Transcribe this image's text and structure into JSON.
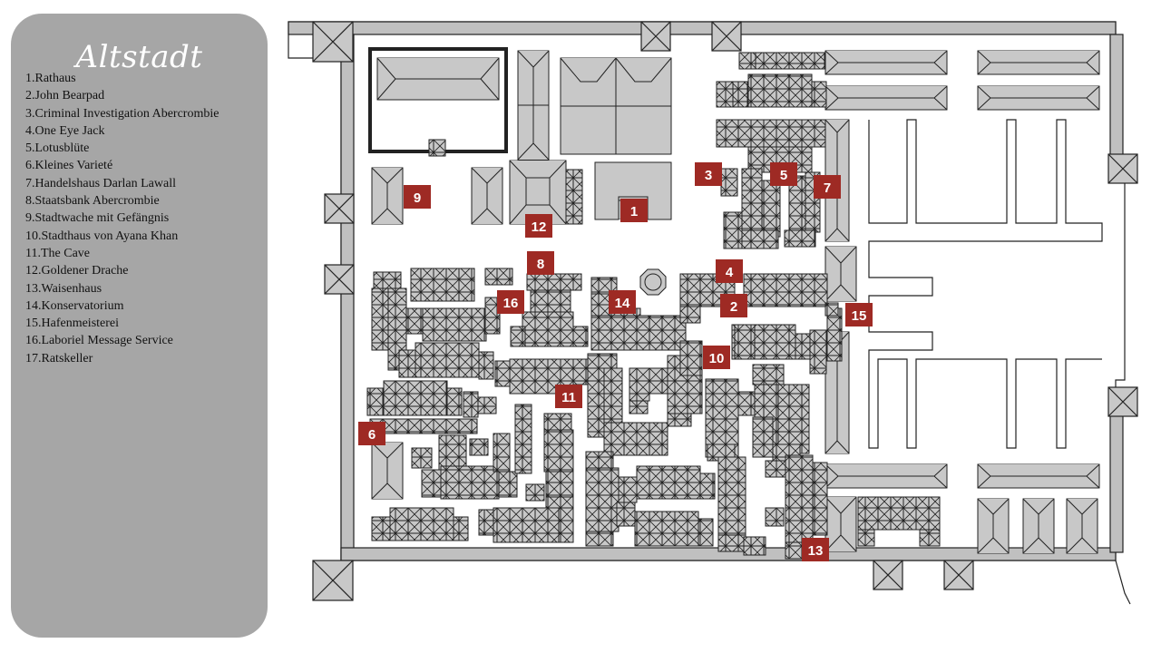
{
  "title": "Altstadt",
  "legend": [
    {
      "num": "1",
      "name": "Rathaus"
    },
    {
      "num": "2",
      "name": "John Bearpad"
    },
    {
      "num": "3",
      "name": "Criminal Investigation Abercrombie"
    },
    {
      "num": "4",
      "name": "One Eye Jack"
    },
    {
      "num": "5",
      "name": "Lotusblüte"
    },
    {
      "num": "6",
      "name": "Kleines Varieté"
    },
    {
      "num": "7",
      "name": "Handelshaus Darlan Lawall"
    },
    {
      "num": "8",
      "name": "Staatsbank Abercrombie"
    },
    {
      "num": "9",
      "name": "Stadtwache mit Gefängnis"
    },
    {
      "num": "10",
      "name": "Stadthaus von Ayana Khan"
    },
    {
      "num": "11",
      "name": "The Cave"
    },
    {
      "num": "12",
      "name": "Goldener Drache"
    },
    {
      "num": "13",
      "name": "Waisenhaus"
    },
    {
      "num": "14",
      "name": "Konservatorium"
    },
    {
      "num": "15",
      "name": "Hafenmeisterei"
    },
    {
      "num": "16",
      "name": "Laboriel Message Service"
    },
    {
      "num": "17",
      "name": "Ratskeller"
    }
  ],
  "markers": [
    "1",
    "2",
    "3",
    "4",
    "5",
    "6",
    "7",
    "8",
    "9",
    "10",
    "11",
    "12",
    "13",
    "14",
    "15",
    "16"
  ],
  "colors": {
    "panel": "#a6a6a6",
    "building_fill": "#c8c8c8",
    "wall_fill": "#c0c0c0",
    "outline": "#222222",
    "marker": "#9e2a24",
    "marker_text": "#ffffff"
  }
}
